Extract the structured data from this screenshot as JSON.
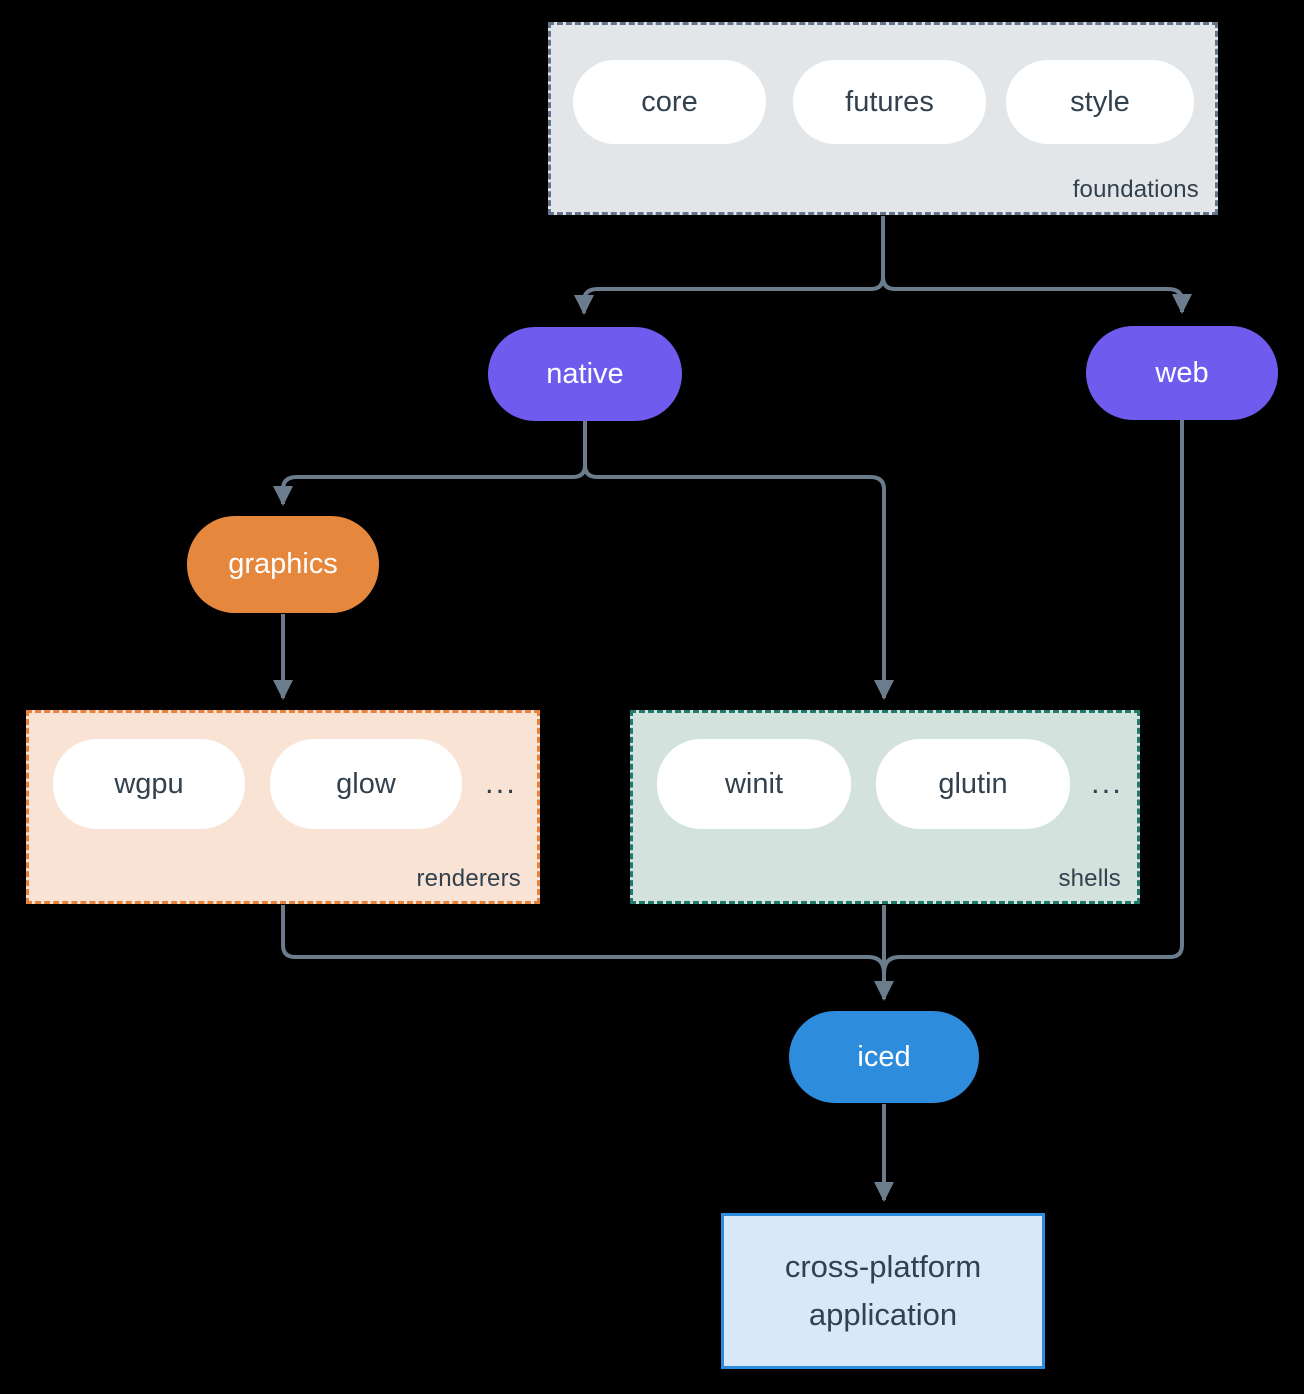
{
  "diagram": {
    "foundations": {
      "label": "foundations",
      "pills": [
        "core",
        "futures",
        "style"
      ]
    },
    "native": {
      "label": "native"
    },
    "web": {
      "label": "web"
    },
    "graphics": {
      "label": "graphics"
    },
    "renderers": {
      "label": "renderers",
      "pills": [
        "wgpu",
        "glow"
      ],
      "ellipsis": "..."
    },
    "shells": {
      "label": "shells",
      "pills": [
        "winit",
        "glutin"
      ],
      "ellipsis": "..."
    },
    "iced": {
      "label": "iced"
    },
    "application": {
      "label": "cross-platform application"
    }
  },
  "colors": {
    "background": "#000000",
    "connector": "#6B7C8C",
    "foundations_fill": "#E2E6E9",
    "foundations_border": "#64748B",
    "node_purple": "#6F5CEF",
    "node_orange": "#E6873E",
    "node_blue": "#2E8CDC",
    "renderers_fill": "#F9E3D4",
    "renderers_border": "#E8813A",
    "shells_fill": "#D3E2DC",
    "shells_border": "#20796B",
    "app_fill": "#D9E8F8",
    "app_border": "#2E8CDC",
    "pill_fill": "#FFFFFF",
    "text_dark": "#32414E",
    "text_light": "#FFFFFF"
  }
}
